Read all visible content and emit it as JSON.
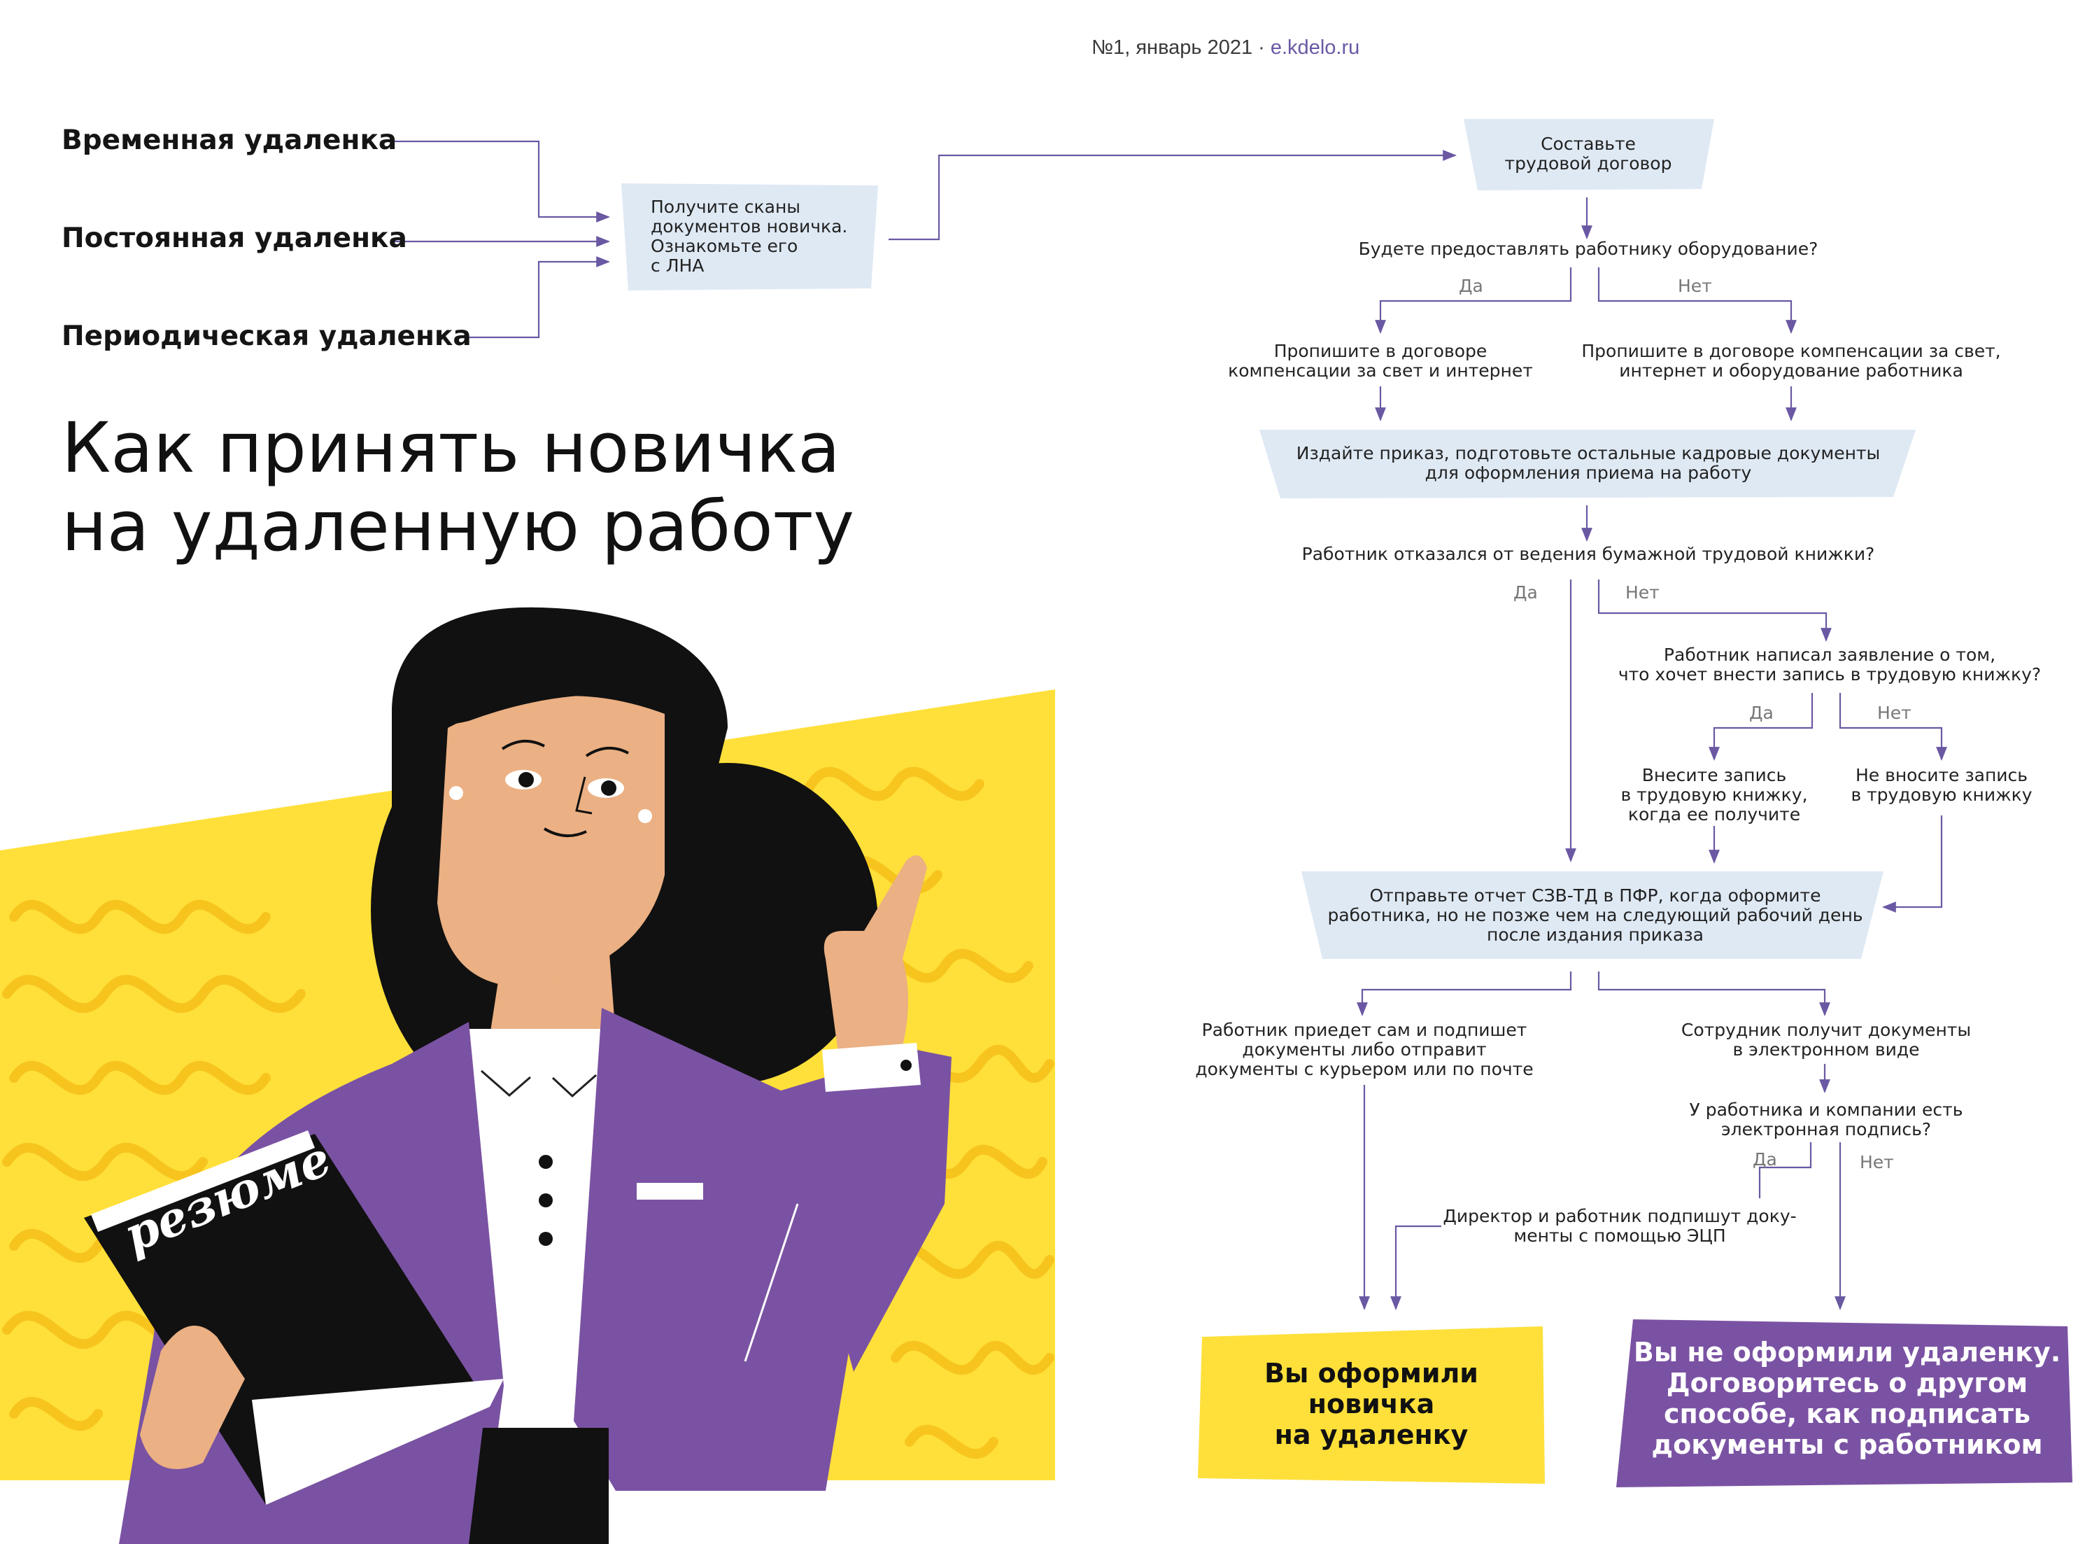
{
  "header": {
    "issue": "№1, январь 2021 · ",
    "site": "e.kdelo.ru"
  },
  "types": [
    "Временная удаленка",
    "Постоянная удаленка",
    "Периодическая удаленка"
  ],
  "title": [
    "Как принять новичка",
    "на удаленную работу"
  ],
  "illustration": {
    "folder_text": "резюме"
  },
  "colors": {
    "accent_purple": "#7a52a3",
    "yellow": "#ffe03a",
    "box_blue": "#dfe9f4",
    "arrow": "#6a58a3"
  },
  "flow": {
    "scans": [
      "Получите сканы",
      "документов новичка.",
      "Ознакомьте его",
      "с ЛНА"
    ],
    "contract": [
      "Составьте",
      "трудовой договор"
    ],
    "q_equipment": "Будете предоставлять работнику оборудование?",
    "yes": "Да",
    "no": "Нет",
    "comp_light": [
      "Пропишите в договоре",
      "компенсации за свет и интернет"
    ],
    "comp_full": [
      "Пропишите в договоре компенсации за свет,",
      "интернет и оборудование работника"
    ],
    "order": [
      "Издайте приказ, подготовьте остальные кадровые документы",
      "для оформления приема на работу"
    ],
    "q_paper_book": "Работник отказался от ведения бумажной трудовой книжки?",
    "q_application": [
      "Работник написал заявление о том,",
      "что хочет внести запись в трудовую книжку?"
    ],
    "make_entry": [
      "Внесите запись",
      "в трудовую книжку,",
      "когда ее получите"
    ],
    "no_entry": [
      "Не вносите запись",
      "в трудовую книжку"
    ],
    "szv": [
      "Отправьте отчет СЗВ-ТД в ПФР, когда оформите",
      "работника, но не позже чем на следующий рабочий день",
      "после издания приказа"
    ],
    "in_person": [
      "Работник приедет сам и подпишет",
      "документы либо отправит",
      "документы с курьером или по почте"
    ],
    "electronic": [
      "Сотрудник получит документы",
      "в электронном виде"
    ],
    "q_signature": [
      "У работника и компании есть",
      "электронная подпись?"
    ],
    "sign_ecp": [
      "Директор и работник подпишут доку-",
      "менты с помощью ЭЦП"
    ],
    "result_ok": [
      "Вы оформили",
      "новичка",
      "на удаленку"
    ],
    "result_fail": [
      "Вы не оформили удаленку.",
      "Договоритесь о другом",
      "способе, как подписать",
      "документы с работником"
    ]
  }
}
